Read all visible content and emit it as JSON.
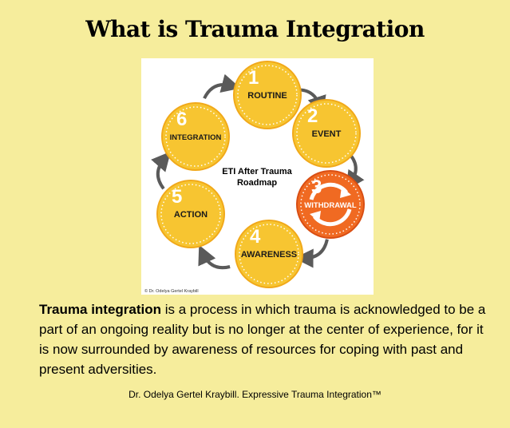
{
  "title": "What is Trauma Integration",
  "diagram": {
    "center_line1": "ETI After Trauma",
    "center_line2": "Roadmap",
    "copyright": "© Dr. Odelya Gertel Kraybill",
    "colors": {
      "stage": "#f7c531",
      "stage_rim": "#f1a91a",
      "highlight": "#f06a22",
      "arrow": "#5a5a5a"
    },
    "stages": [
      {
        "number": "1",
        "label": "ROUTINE",
        "highlight": false
      },
      {
        "number": "2",
        "label": "EVENT",
        "highlight": false
      },
      {
        "number": "3",
        "label": "WITHDRAWAL",
        "highlight": true
      },
      {
        "number": "4",
        "label": "AWARENESS",
        "highlight": false
      },
      {
        "number": "5",
        "label": "ACTION",
        "highlight": false
      },
      {
        "number": "6",
        "label": "INTEGRATION",
        "highlight": false
      }
    ]
  },
  "body": {
    "term": "Trauma integration",
    "text": " is a process in which trauma is acknowledged to be a part of an ongoing reality but is no longer at the center of experience, for it is now surrounded by awareness of resources for coping with past and present adversities."
  },
  "credit": "Dr. Odelya Gertel Kraybill. Expressive Trauma Integration™"
}
